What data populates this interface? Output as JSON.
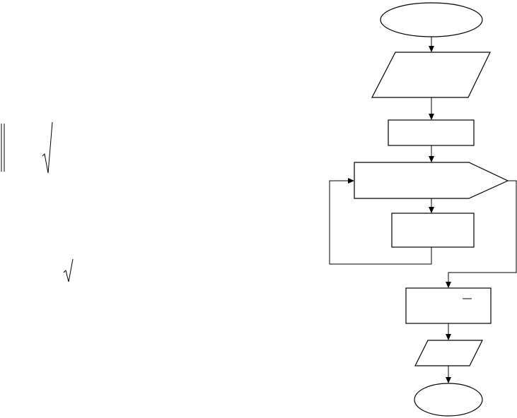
{
  "diagram": {
    "kind": "flowchart",
    "nodes": [
      {
        "id": "start",
        "shape": "terminator",
        "label": ""
      },
      {
        "id": "input",
        "shape": "parallelogram",
        "label": ""
      },
      {
        "id": "process-1",
        "shape": "rectangle",
        "label": ""
      },
      {
        "id": "loop",
        "shape": "loop-hexagon",
        "label": ""
      },
      {
        "id": "loop-body",
        "shape": "rectangle",
        "label": ""
      },
      {
        "id": "process-2",
        "shape": "rectangle",
        "label": ""
      },
      {
        "id": "output",
        "shape": "parallelogram",
        "label": ""
      },
      {
        "id": "end",
        "shape": "terminator",
        "label": ""
      }
    ],
    "edges": [
      {
        "from": "start",
        "to": "input"
      },
      {
        "from": "input",
        "to": "process-1"
      },
      {
        "from": "process-1",
        "to": "loop"
      },
      {
        "from": "loop",
        "to": "loop-body"
      },
      {
        "from": "loop-body",
        "to": "loop",
        "kind": "loop-back"
      },
      {
        "from": "loop",
        "to": "process-2",
        "kind": "loop-exit"
      },
      {
        "from": "process-2",
        "to": "output"
      },
      {
        "from": "output",
        "to": "end"
      }
    ]
  }
}
